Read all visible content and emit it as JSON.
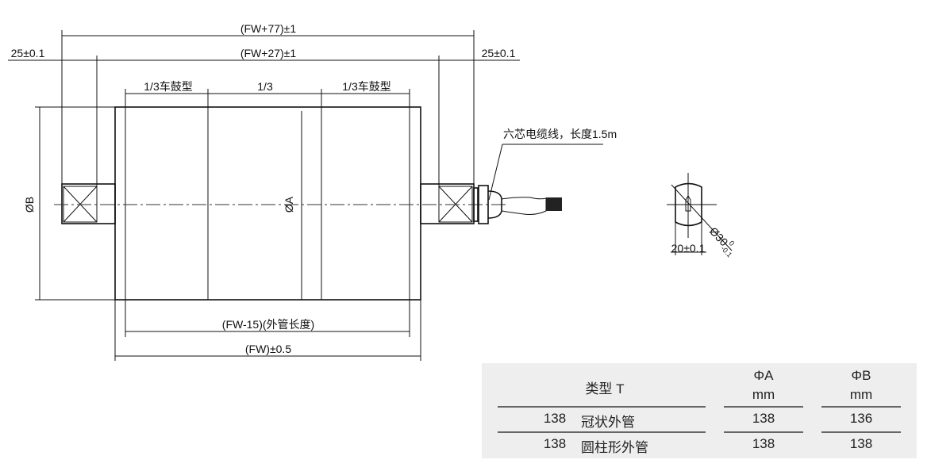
{
  "drawing": {
    "dim_overall_top": "(FW+77)±1",
    "dim_second": "(FW+27)±1",
    "dim_left_shaft": "25±0.1",
    "dim_right_shaft": "25±0.1",
    "section_left": "1/3车鼓型",
    "section_middle": "1/3",
    "section_right": "1/3车鼓型",
    "dia_b": "ØB",
    "dia_a": "ØA",
    "cable_note": "六芯电缆线，长度1.5m",
    "dim_tube_length": "(FW-15)(外管长度)",
    "dim_fw": "(FW)±0.5",
    "shaft_flat": "20±0.1",
    "shaft_dia": "Ø30",
    "shaft_dia_tol_upper": "0",
    "shaft_dia_tol_lower": "-0.1"
  },
  "table": {
    "headers": {
      "type": "类型 T",
      "a_line1": "ΦA",
      "a_line2": "mm",
      "b_line1": "ΦB",
      "b_line2": "mm"
    },
    "rows": [
      {
        "code": "138",
        "name": "冠状外管",
        "a": "138",
        "b": "136"
      },
      {
        "code": "138",
        "name": "圆柱形外管",
        "a": "138",
        "b": "138"
      }
    ],
    "background": "#eeeeee"
  }
}
